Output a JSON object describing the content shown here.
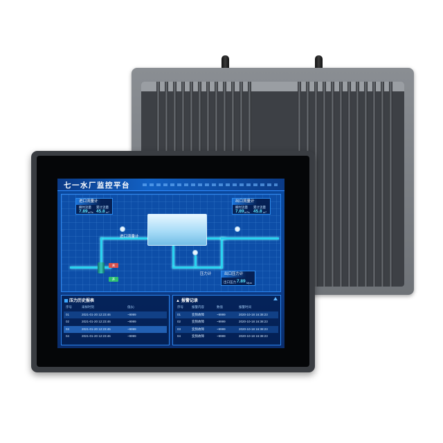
{
  "app": {
    "title": "七一水厂监控平台"
  },
  "process": {
    "inlet_meter": {
      "title": "进口流量计",
      "instant_label": "瞬时流量",
      "instant_value": "7.89",
      "instant_unit": "m³/s",
      "total_label": "累计流量",
      "total_value": "45.8",
      "total_unit": "m³"
    },
    "outlet_meter": {
      "title": "出口流量计",
      "instant_label": "瞬时流量",
      "instant_value": "7.89",
      "instant_unit": "m³/s",
      "total_label": "累计流量",
      "total_value": "45.8",
      "total_unit": "m³"
    },
    "pressure_meter": {
      "title": "出口压力计",
      "label": "出口压力",
      "value": "7.89",
      "unit": "Mpa"
    },
    "inlet_tag": "进口流量计",
    "pressure_tag": "压力计",
    "valve_close_label": "关",
    "valve_open_label": "开"
  },
  "pressure_history": {
    "title": "压力历史报表",
    "columns": [
      "序号",
      "采样时刻",
      "值(k)"
    ],
    "rows": [
      [
        "01",
        "2021-01-20 12:23:46",
        "~9999"
      ],
      [
        "02",
        "2021-01-20 12:23:46",
        "~9999"
      ],
      [
        "03",
        "2021-01-20 12:23:45",
        "~9999"
      ],
      [
        "04",
        "2021-01-20 12:23:46",
        "~9999"
      ]
    ]
  },
  "alarm_records": {
    "title": "报警记录",
    "columns": [
      "序号",
      "报警内容",
      "数值",
      "报警时间"
    ],
    "rows": [
      [
        "01",
        "变频故障",
        "~9999",
        "2020-10-18 16:38:23"
      ],
      [
        "02",
        "变频故障",
        "~9999",
        "2020-10-18 16:38:23"
      ],
      [
        "03",
        "变频故障",
        "~9999",
        "2020-10-18 16:38:23"
      ],
      [
        "04",
        "变频故障",
        "~9999",
        "2020-10-18 16:38:23"
      ]
    ]
  },
  "colors": {
    "screen_bg": "#0c3f8f",
    "pipe": "#29d3f0",
    "value": "#5ee7ff",
    "valve_close": "#d9534f",
    "valve_open": "#2fbf71"
  }
}
